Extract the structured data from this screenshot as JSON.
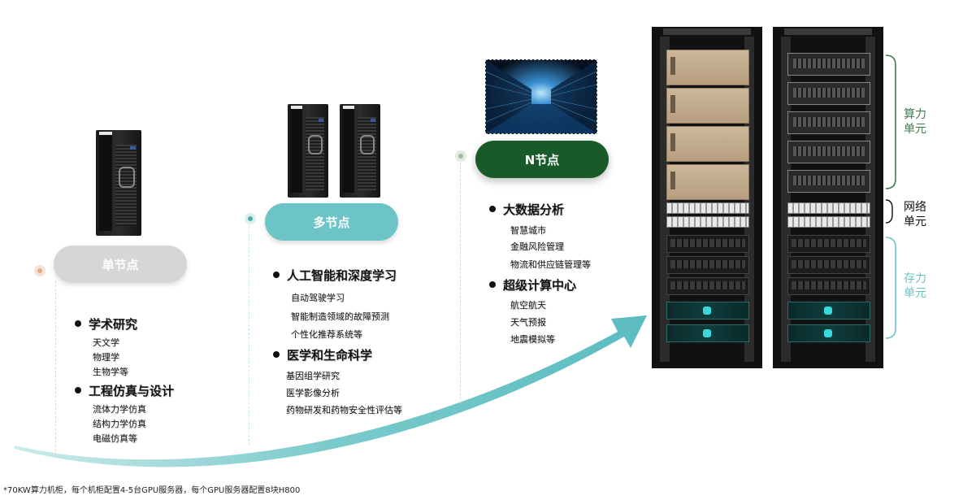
{
  "stages": [
    {
      "label": "单节点",
      "groups": [
        {
          "title": "学术研究",
          "items": [
            "天文学",
            "物理学",
            "生物学等"
          ]
        },
        {
          "title": "工程仿真与设计",
          "items": [
            "流体力学仿真",
            "结构力学仿真",
            "电磁仿真等"
          ]
        }
      ]
    },
    {
      "label": "多节点",
      "groups": [
        {
          "title": "人工智能和深度学习",
          "items": [
            "自动驾驶学习",
            "智能制造领域的故障预测",
            "个性化推荐系统等"
          ]
        },
        {
          "title": "医学和生命科学",
          "items": [
            "基因组学研究",
            "医学影像分析",
            "药物研发和药物安全性评估等"
          ]
        }
      ]
    },
    {
      "label": "N节点",
      "groups": [
        {
          "title": "大数据分析",
          "items": [
            "智慧城市",
            "金融风险管理",
            "物流和供应链管理等"
          ]
        },
        {
          "title": "超级计算中心",
          "items": [
            "航空航天",
            "天气预报",
            "地震模拟等"
          ]
        }
      ]
    }
  ],
  "rack_labels": {
    "compute": [
      "算力",
      "单元"
    ],
    "network": [
      "网络",
      "单元"
    ],
    "storage": [
      "存力",
      "单元"
    ]
  },
  "colors": {
    "gray": "#d6d6d6",
    "teal": "#6cc4c6",
    "green": "#195a2a",
    "compute_bracket": "#3e7d4e",
    "storage_bracket": "#6cc4c6"
  },
  "footnote": "*70KW算力机柜，每个机柜配置4-5台GPU服务器，每个GPU服务器配置8块H800"
}
